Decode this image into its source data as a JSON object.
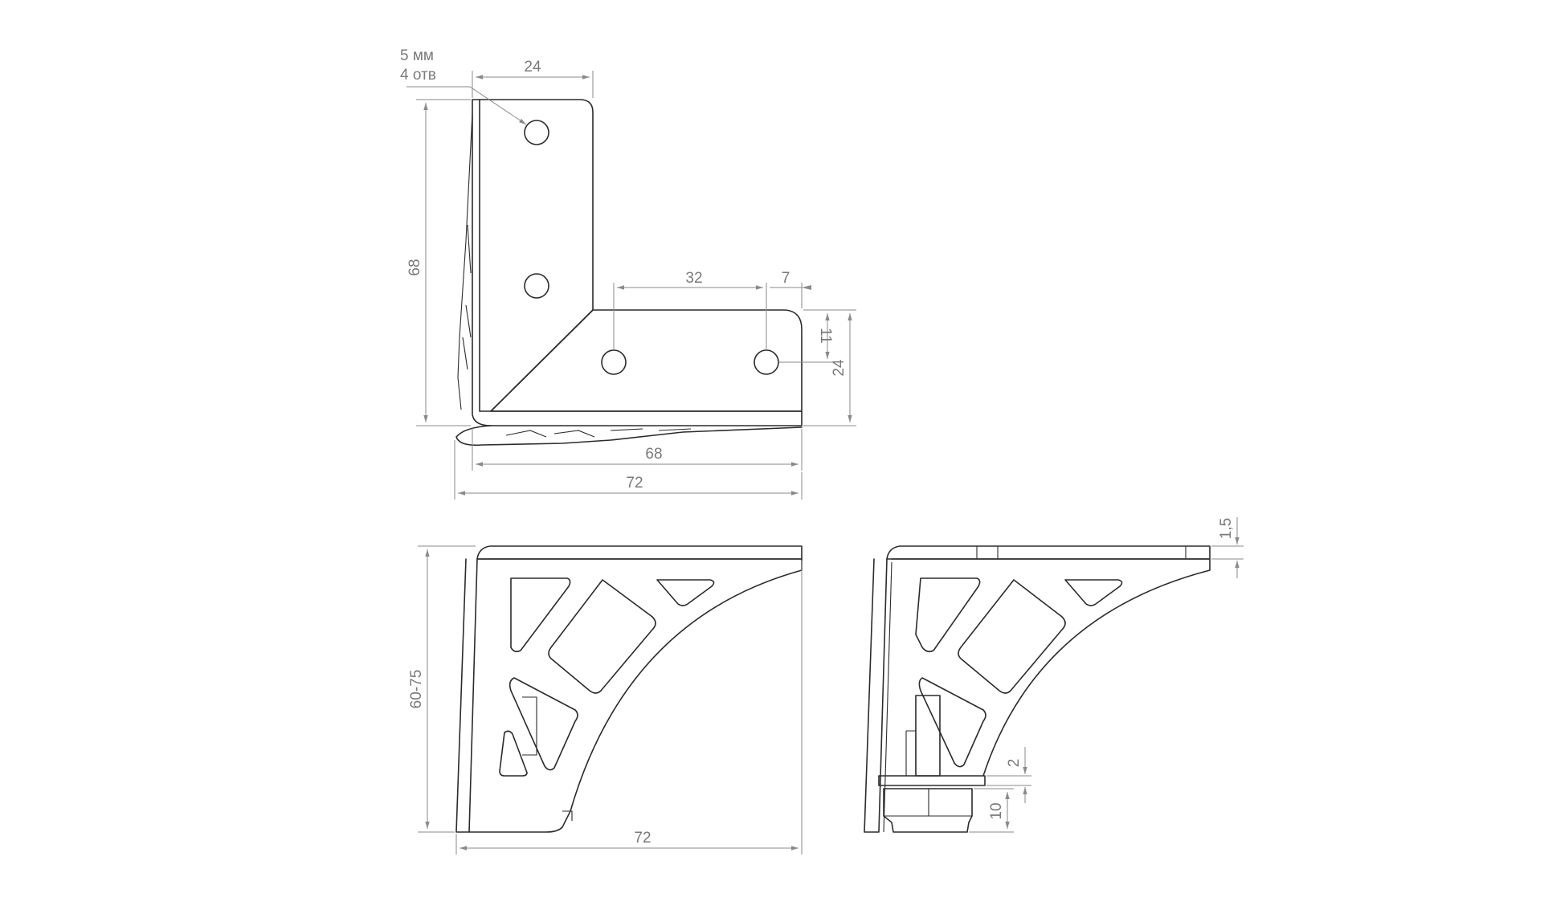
{
  "top_view": {
    "hole_note_size": "5 мм",
    "hole_note_count": "4 отв",
    "dim_flange_width": "24",
    "dim_height": "68",
    "dim_hole_spacing": "32",
    "dim_hole_edge": "7",
    "dim_hole_offset": "11",
    "dim_side_flange_width": "24",
    "dim_inner_length": "68",
    "dim_total_length": "72"
  },
  "front_view": {
    "dim_height_range": "60-75",
    "dim_width": "72"
  },
  "side_view": {
    "dim_thickness": "1,5",
    "dim_washer": "2",
    "dim_foot": "10"
  }
}
